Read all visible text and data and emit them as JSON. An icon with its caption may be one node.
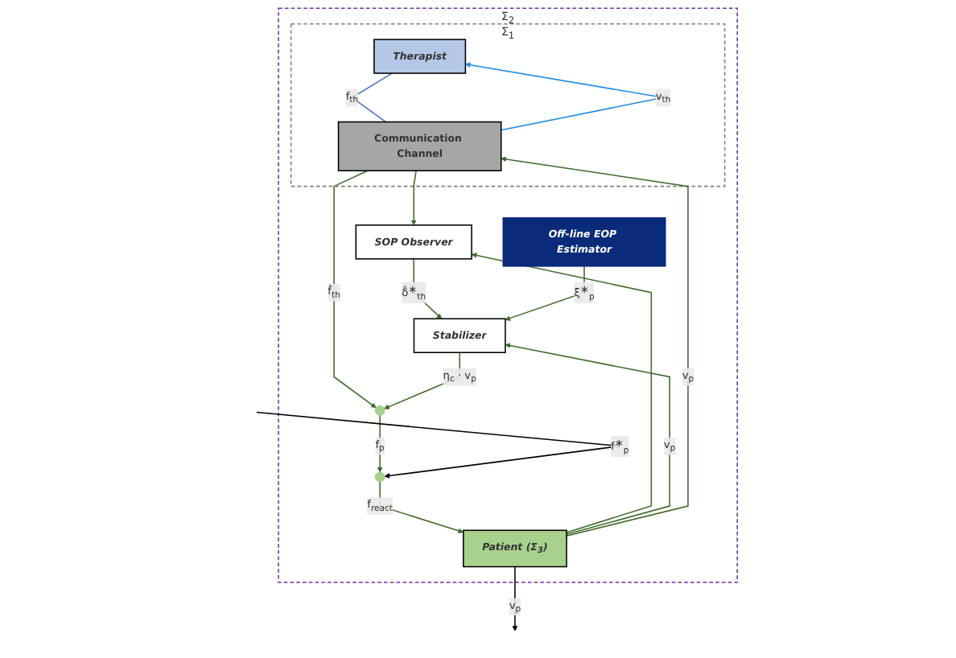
{
  "diagram": {
    "nodes": [
      {
        "text": [
          "Σ$_{2}$"
        ]
      },
      {
        "text": [
          "Σ$_{1}$"
        ],
        "in": 0
      },
      {
        "text": [
          "Therapist"
        ],
        "in": 1
      },
      {
        "text": [
          "Communication Channel"
        ],
        "in": 1
      },
      {
        "text": [
          "SOP Observer"
        ],
        "in": 0
      },
      {
        "text": [
          "Stabilizer"
        ],
        "in": 0
      },
      {
        "text": [
          "Off-line EOP Estimator"
        ],
        "in": 0
      },
      {
        "text": [],
        "shape": "circle",
        "in": 0
      },
      {
        "text": [],
        "shape": "circle",
        "in": 0
      },
      {
        "text": [
          "Patient (Σ$_{3}$)"
        ],
        "in": 0
      }
    ],
    "edges": [
      {
        "from": 2,
        "to": 3,
        "arrow": "none",
        "label": "f$_{th}$",
        "color": "#4472c4"
      },
      {
        "from": 3,
        "to": 2,
        "arrow": "to",
        "label": "v$_{th}$",
        "color": "#1f8ae6"
      },
      {
        "from": 3,
        "to": 4,
        "arrow": "to"
      },
      {
        "from": 3,
        "to": 7,
        "arrow": "to",
        "label": "f̂$_{th}$"
      },
      {
        "from": 9,
        "to": 4,
        "arrow": "to"
      },
      {
        "from": 9,
        "to": 5,
        "arrow": "to",
        "label": "v$_{p}$"
      },
      {
        "from": 9,
        "to": 3,
        "arrow": "to",
        "label": "v$_{p}$"
      },
      {
        "from": 4,
        "to": 5,
        "arrow": "to",
        "label": "δ̂$^{∗}$$_{th}$"
      },
      {
        "from": 5,
        "to": 7,
        "arrow": "to",
        "label": "η$_{c}$ · v$_{p}$"
      },
      {
        "from": 6,
        "to": 5,
        "arrow": "to",
        "label": "ξ$^{∗}$$_{p}$"
      },
      {
        "from": 7,
        "to": 8,
        "arrow": "to",
        "label": "f$_{p}$"
      },
      {
        "from": 8,
        "to": 9,
        "arrow": "to",
        "label": "f$_{react}$"
      },
      {
        "from": null,
        "to": 8,
        "arrow": "to",
        "label": "f$^{∗}$$_{p}$",
        "color": "#000000"
      },
      {
        "from": 9,
        "to": null,
        "arrow": "to",
        "label": "v$_{p}$",
        "color": "#000000"
      }
    ]
  }
}
